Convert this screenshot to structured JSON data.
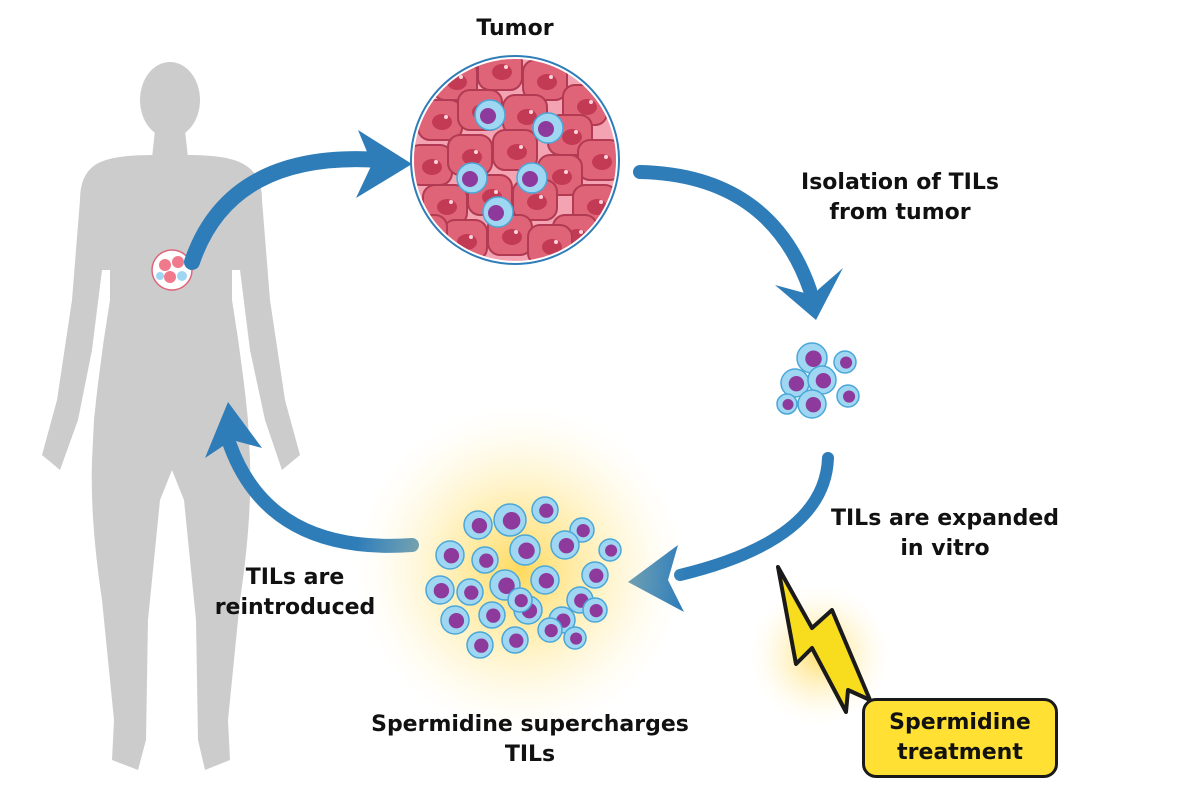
{
  "labels": {
    "tumor": "Tumor",
    "isolation": [
      "Isolation of TILs",
      "from tumor"
    ],
    "expanded": [
      "TILs are expanded",
      "in vitro"
    ],
    "reintroduced": [
      "TILs are",
      "reintroduced"
    ],
    "supercharges": [
      "Spermidine supercharges",
      "TILs"
    ],
    "treatment": [
      "Spermidine",
      "treatment"
    ]
  },
  "colors": {
    "arrow": "#2f7db8",
    "body": "#cccccc",
    "tumor_cell": "#e06478",
    "tumor_nucleus": "#c33a55",
    "til_cell": "#9fd6f2",
    "til_nucleus": "#8e3a9c",
    "badge": "#ffe033",
    "lightning": "#f7dd1e",
    "glow": "#ffd54a"
  },
  "icons": [
    "human-silhouette-icon",
    "tumor-icon",
    "til-cluster-icon",
    "lightning-bolt-icon"
  ]
}
